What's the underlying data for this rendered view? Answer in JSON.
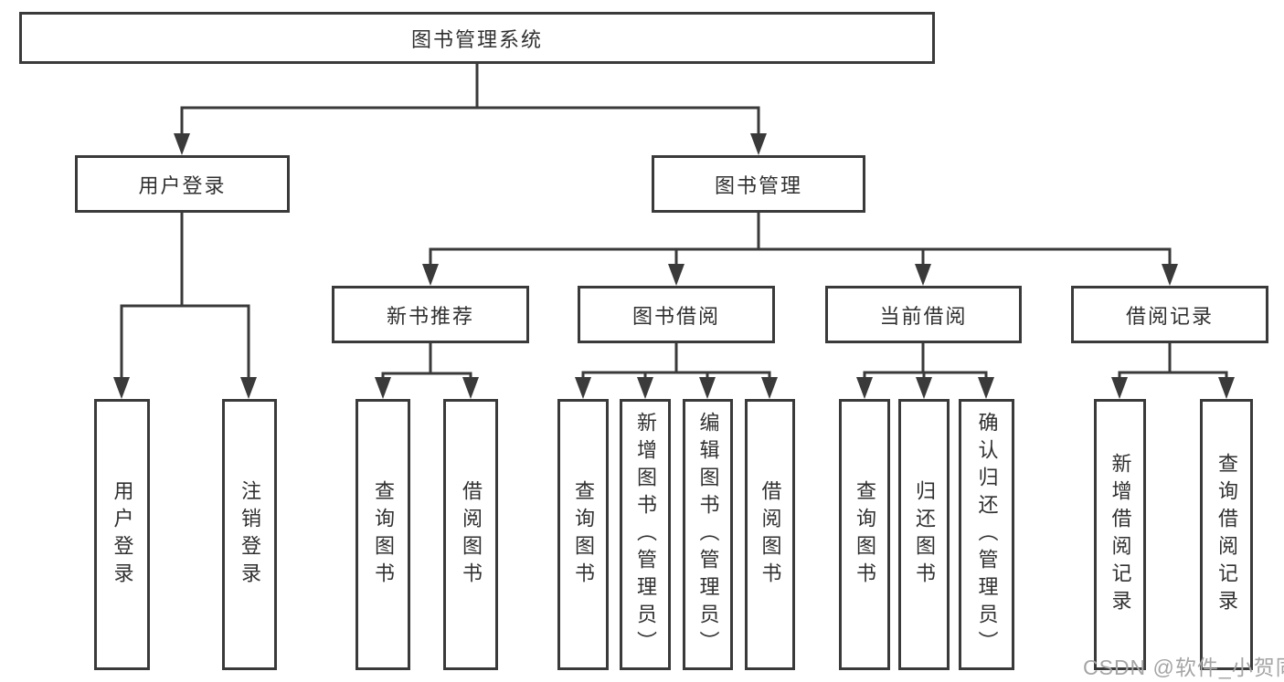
{
  "diagram": {
    "root_label": "图书管理系统",
    "level2": {
      "user_login": "用户登录",
      "book_mgmt": "图书管理"
    },
    "level3": {
      "new_books": "新书推荐",
      "book_borrow": "图书借阅",
      "current_borrow": "当前借阅",
      "borrow_records": "借阅记录"
    },
    "leaves": {
      "user_login": [
        "用户登录",
        "注销登录"
      ],
      "new_books": [
        "查询图书",
        "借阅图书"
      ],
      "book_borrow": [
        "查询图书",
        "新增图书（管理员）",
        "编辑图书（管理员）",
        "借阅图书"
      ],
      "current_borrow": [
        "查询图书",
        "归还图书",
        "确认归还（管理员）"
      ],
      "borrow_records": [
        "新增借阅记录",
        "查询借阅记录"
      ]
    }
  },
  "watermark": "CSDN @软件_小贺同学",
  "colors": {
    "line": "#3a3a3a",
    "box_border": "#3a3a3a",
    "text": "#303030",
    "watermark": "#a5a5a5",
    "background": "#ffffff"
  }
}
